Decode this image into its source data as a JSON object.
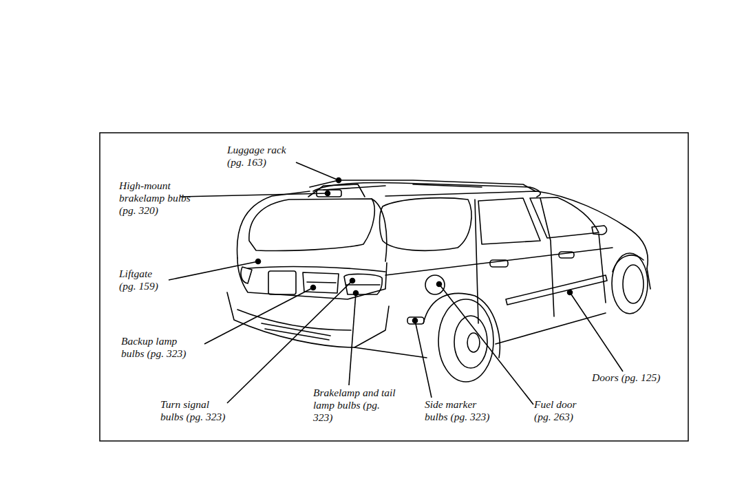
{
  "diagram": {
    "labels": [
      "Luggage rack (pg. 163)",
      "High-mount brakelamp bulbs (pg. 320)",
      "Liftgate (pg. 159)",
      "Backup lamp bulbs (pg. 323)",
      "Turn signal bulbs (pg. 323)",
      "Brakelamp and tail lamp bulbs (pg. 323)",
      "Side marker bulbs (pg. 323)",
      "Fuel door (pg. 263)",
      "Doors (pg. 125)"
    ]
  }
}
